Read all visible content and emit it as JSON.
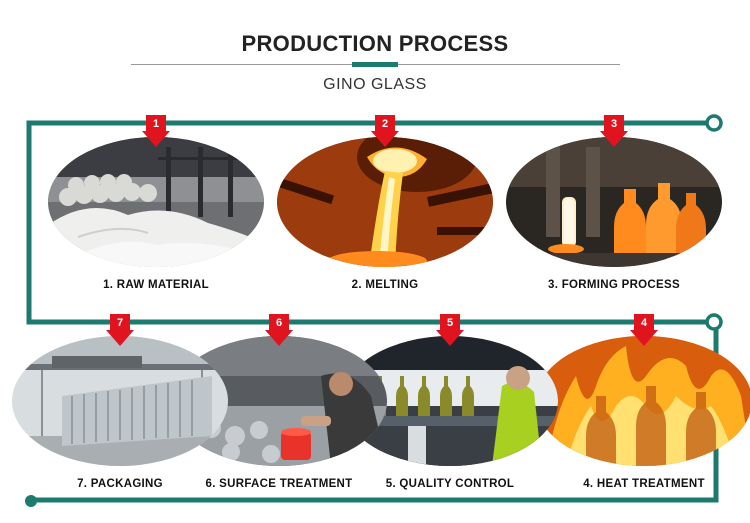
{
  "header": {
    "title": "PRODUCTION PROCESS",
    "subtitle": "GINO GLASS"
  },
  "colors": {
    "flow_line": "#1c7a6e",
    "marker": "#e0141e"
  },
  "steps": [
    {
      "number": "1",
      "label": "1. RAW MATERIAL"
    },
    {
      "number": "2",
      "label": "2. MELTING"
    },
    {
      "number": "3",
      "label": "3. FORMING PROCESS"
    },
    {
      "number": "4",
      "label": "4. HEAT TREATMENT"
    },
    {
      "number": "5",
      "label": "5. QUALITY CONTROL"
    },
    {
      "number": "6",
      "label": "6. SURFACE TREATMENT"
    },
    {
      "number": "7",
      "label": "7. PACKAGING"
    }
  ]
}
